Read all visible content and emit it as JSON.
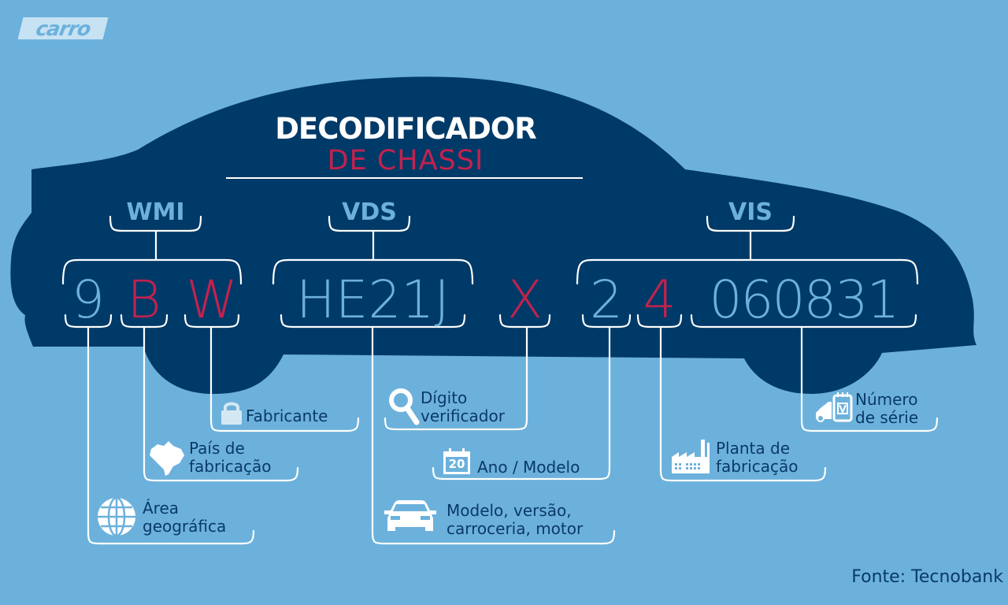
{
  "brand": {
    "logo_text": "carro"
  },
  "title": {
    "line1": "DECODIFICADOR",
    "line2": "DE CHASSI"
  },
  "colors": {
    "background": "#6cb1dc",
    "car": "#003a68",
    "accent_red": "#c2224e",
    "accent_blue": "#6cb1dc",
    "text_dark": "#0a3a66",
    "line": "#ffffff"
  },
  "groups": [
    {
      "id": "wmi",
      "label": "WMI"
    },
    {
      "id": "vds",
      "label": "VDS"
    },
    {
      "id": "vis",
      "label": "VIS"
    }
  ],
  "vin": {
    "segments": [
      {
        "text": "9",
        "color": "blue"
      },
      {
        "text": "B",
        "color": "red"
      },
      {
        "text": "W",
        "color": "red"
      },
      {
        "text": "HE21J",
        "color": "blue"
      },
      {
        "text": "X",
        "color": "red"
      },
      {
        "text": "2",
        "color": "blue"
      },
      {
        "text": "4",
        "color": "red"
      },
      {
        "text": "060831",
        "color": "blue"
      }
    ]
  },
  "labels": [
    {
      "segment": "9",
      "icon": "globe-icon",
      "line1": "Área",
      "line2": "geográfica"
    },
    {
      "segment": "B",
      "icon": "brazil-map-icon",
      "line1": "País de",
      "line2": "fabricação"
    },
    {
      "segment": "W",
      "icon": "padlock-icon",
      "line1": "Fabricante",
      "line2": ""
    },
    {
      "segment": "HE21J",
      "icon": "car-front-icon",
      "line1": "Modelo, versão,",
      "line2": "carroceria, motor"
    },
    {
      "segment": "X",
      "icon": "magnifier-icon",
      "line1": "Dígito",
      "line2": "verificador"
    },
    {
      "segment": "2",
      "icon": "calendar-icon",
      "line1": "Ano / Modelo",
      "line2": "",
      "calendar_number": "20"
    },
    {
      "segment": "4",
      "icon": "factory-icon",
      "line1": "Planta de",
      "line2": "fabricação"
    },
    {
      "segment": "060831",
      "icon": "serial-number-icon",
      "line1": "Número",
      "line2": "de série"
    }
  ],
  "source": "Fonte: Tecnobank"
}
